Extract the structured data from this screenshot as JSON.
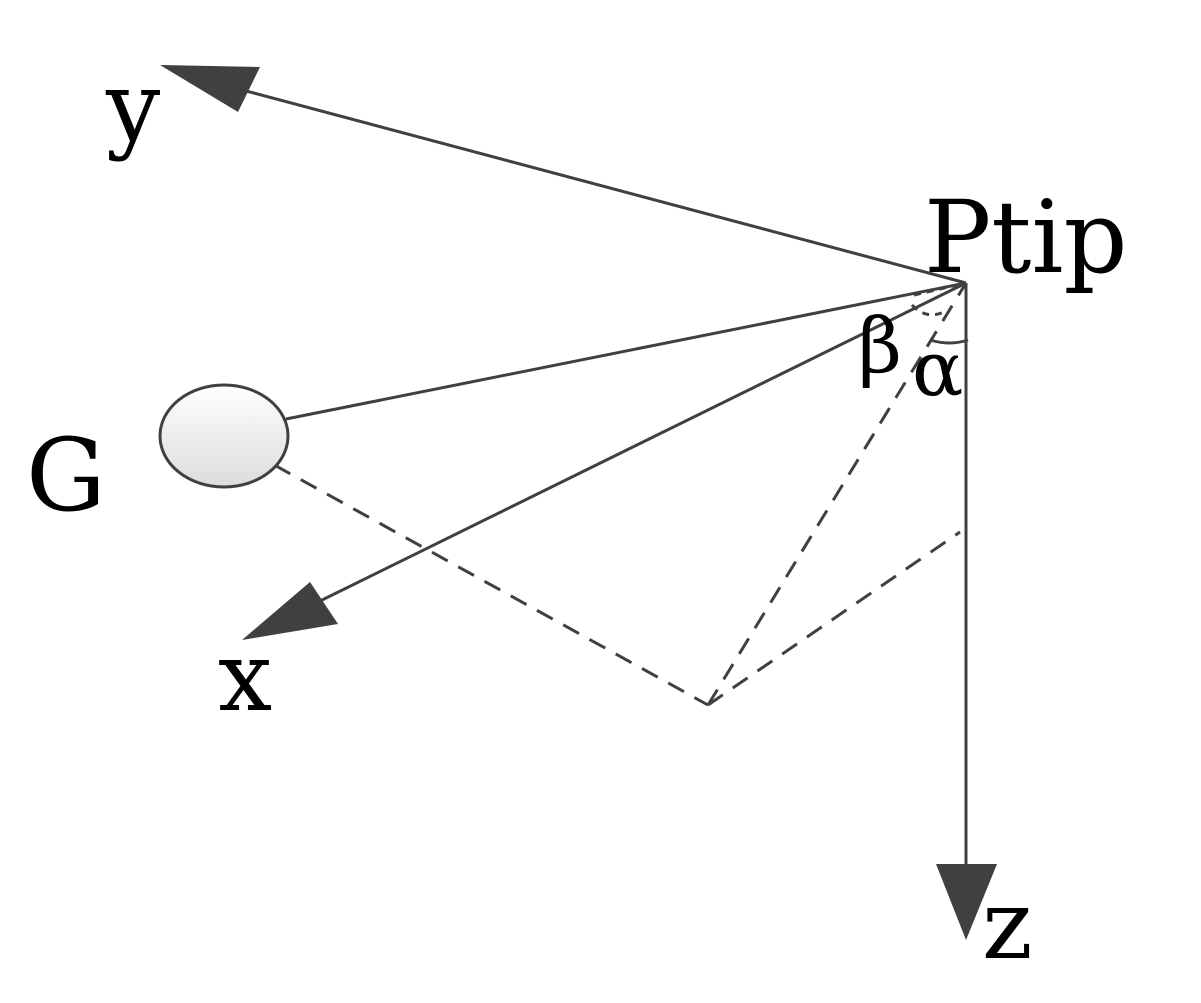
{
  "labels": {
    "y_axis": "y",
    "x_axis": "x",
    "z_axis": "z",
    "tip_point": "Ptip",
    "center_point": "G",
    "beta_angle": "β",
    "alpha_angle": "α"
  },
  "colors": {
    "stroke": "#404040",
    "text": "#000000",
    "ellipse_fill_light": "#ffffff",
    "ellipse_fill_dark": "#dcdcdc"
  }
}
